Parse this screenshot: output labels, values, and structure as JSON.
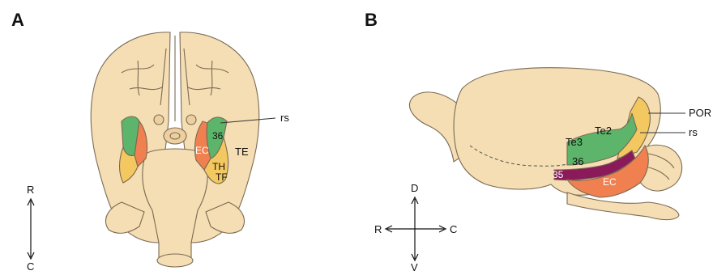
{
  "panel_a": {
    "letter": "A",
    "labels": {
      "rs": "rs",
      "area36": "36",
      "ec": "EC",
      "te": "TE",
      "th": "TH",
      "tf": "TF"
    },
    "axis": {
      "top": "R",
      "bottom": "C"
    }
  },
  "panel_b": {
    "letter": "B",
    "labels": {
      "por": "POR",
      "rs": "rs",
      "te2": "Te2",
      "te3": "Te3",
      "area36": "36",
      "area35": "35",
      "ec": "EC"
    },
    "axis": {
      "up": "D",
      "down": "V",
      "left": "R",
      "right": "C"
    }
  },
  "colors": {
    "brain": "#f5deb3",
    "green": "#5cb56a",
    "orange": "#f08050",
    "yellow": "#f4c860",
    "purple": "#8b1a5a"
  }
}
